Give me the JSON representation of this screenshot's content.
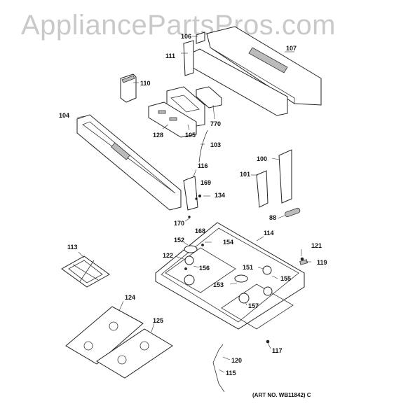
{
  "watermark": "AppliancePartsPros.com",
  "art_number": "(ART NO. WB11842) C",
  "callouts": {
    "p106": "106",
    "p107": "107",
    "p111": "111",
    "p110": "110",
    "p104": "104",
    "p128": "128",
    "p105": "105",
    "p770": "770",
    "p103": "103",
    "p116": "116",
    "p169": "169",
    "p134": "134",
    "p100": "100",
    "p101": "101",
    "p88": "88",
    "p170": "170",
    "p168": "168",
    "p114": "114",
    "p152": "152",
    "p154": "154",
    "p113": "113",
    "p122": "122",
    "p156": "156",
    "p121": "121",
    "p119": "119",
    "p151": "151",
    "p155": "155",
    "p153": "153",
    "p157": "157",
    "p124": "124",
    "p125": "125",
    "p117": "117",
    "p120": "120",
    "p115": "115"
  }
}
